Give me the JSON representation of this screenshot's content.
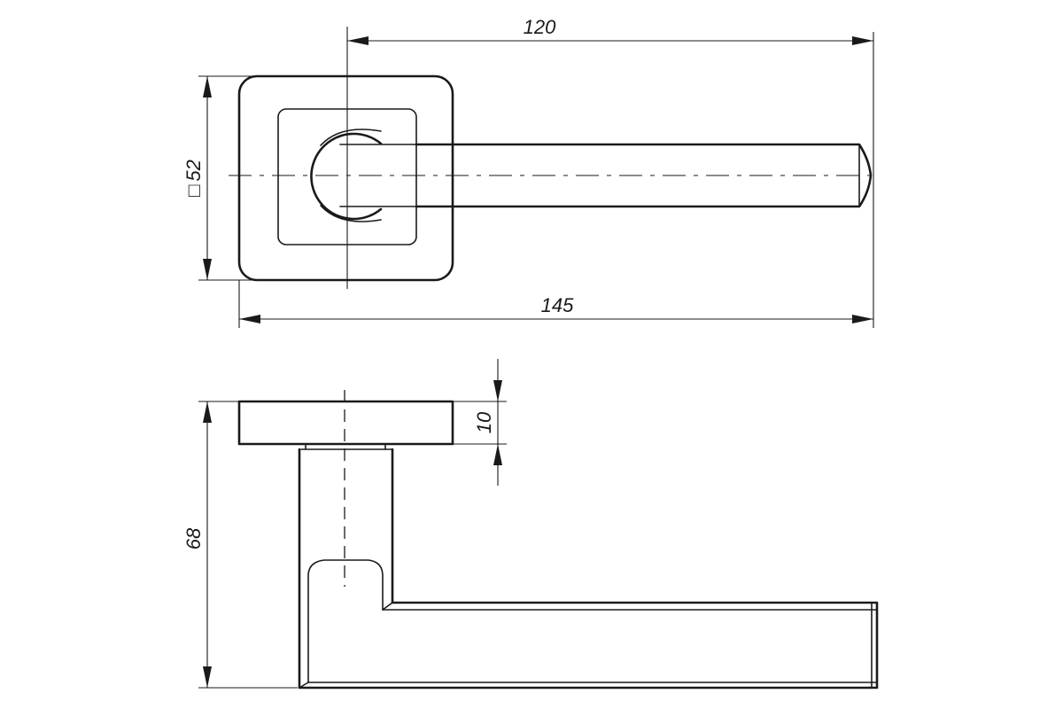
{
  "drawing": {
    "dimensions": {
      "length_to_axis": "120",
      "overall_length": "145",
      "rose_size": "52",
      "rose_size_symbol": "□",
      "rose_thickness": "10",
      "overall_height": "68"
    }
  }
}
